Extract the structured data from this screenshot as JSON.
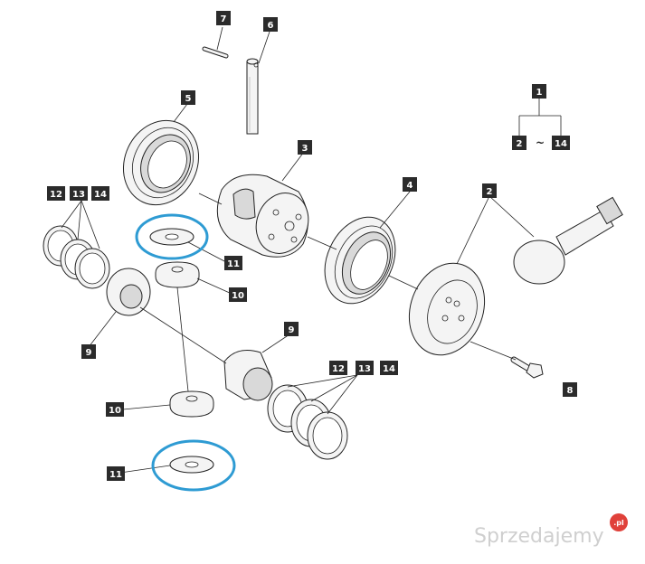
{
  "labels": {
    "l1": "1",
    "l2a": "2",
    "l2b": "2",
    "tilde": "~",
    "l14a": "14",
    "l3": "3",
    "l4": "4",
    "l5": "5",
    "l6": "6",
    "l7": "7",
    "l8": "8",
    "l9a": "9",
    "l9b": "9",
    "l10a": "10",
    "l10b": "10",
    "l11a": "11",
    "l11b": "11",
    "l12a": "12",
    "l13a": "13",
    "l14b": "14",
    "l12b": "12",
    "l13b": "13",
    "l14c": "14"
  },
  "watermark": {
    "text": "Sprzedajemy",
    "badge": ".pl"
  },
  "colors": {
    "highlight": "#2e9bd3",
    "label_bg": "#2b2b2b",
    "badge": "#e0413a"
  }
}
